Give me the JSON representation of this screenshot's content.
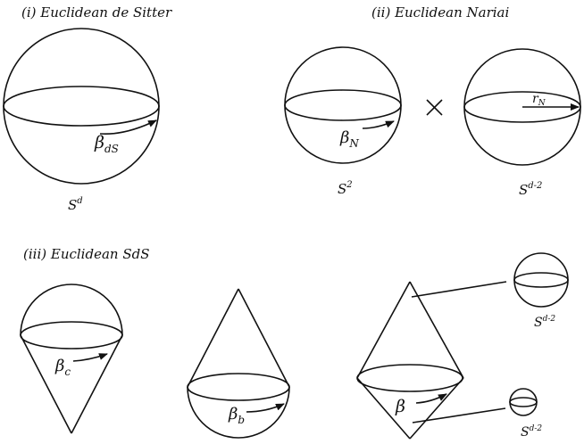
{
  "titles": {
    "de_sitter": "(i) Euclidean de Sitter",
    "nariai": "(ii) Euclidean Nariai",
    "sds": "(iii) Euclidean SdS"
  },
  "panel_i": {
    "beta_symbol": "β",
    "beta_sub": "dS",
    "space_base": "S",
    "space_sup": "d"
  },
  "panel_ii": {
    "beta_symbol": "β",
    "beta_sub": "N",
    "product_symbol": "×",
    "r_symbol": "r",
    "r_sub": "N",
    "left_space_base": "S",
    "left_space_sup": "2",
    "right_space_base": "S",
    "right_space_sup": "d-2"
  },
  "panel_iii": {
    "beta_c_symbol": "β",
    "beta_c_sub": "c",
    "beta_b_symbol": "β",
    "beta_b_sub": "b",
    "beta_symbol": "β",
    "top_space_base": "S",
    "top_space_sup": "d-2",
    "bottom_space_base": "S",
    "bottom_space_sup": "d-2"
  },
  "colors": {
    "ink": "#111111",
    "background": "#ffffff"
  }
}
